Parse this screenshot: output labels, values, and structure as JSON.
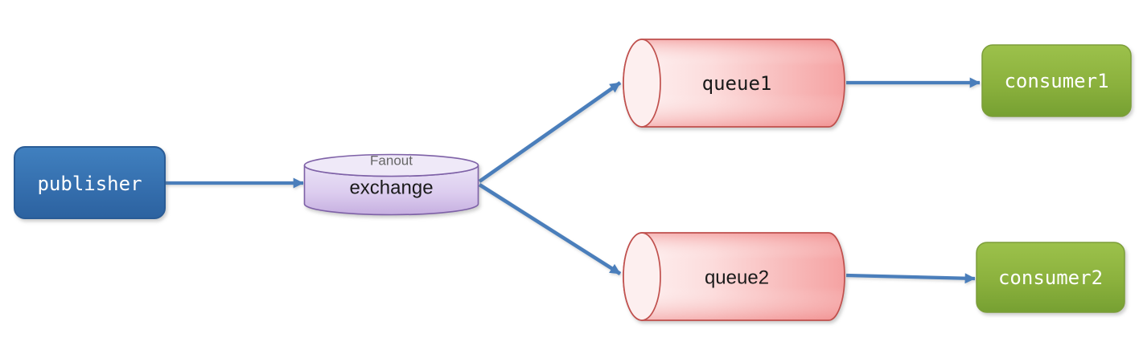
{
  "diagram": {
    "kind": "message-broker-fanout-flow",
    "background": "#ffffff",
    "nodes": {
      "publisher": {
        "label": "publisher",
        "shape": "rounded-rect",
        "fill": "#3572b2",
        "border": "#2a5c96",
        "text_color": "#ffffff"
      },
      "exchange": {
        "label": "exchange",
        "sublabel": "Fanout",
        "shape": "cylinder-vertical",
        "fill": "#d9c9ec",
        "border": "#7e61a7",
        "text_color": "#1a1a1a",
        "sublabel_color": "#666666"
      },
      "queue1": {
        "label": "queue1",
        "shape": "cylinder-horizontal",
        "fill": "#f9bcbc",
        "border": "#c0504d",
        "text_color": "#1a1a1a"
      },
      "queue2": {
        "label": "queue2",
        "shape": "cylinder-horizontal",
        "fill": "#f9bcbc",
        "border": "#c0504d",
        "text_color": "#1a1a1a"
      },
      "consumer1": {
        "label": "consumer1",
        "shape": "rounded-rect",
        "fill": "#8bb13d",
        "border": "#7c9e3a",
        "text_color": "#ffffff"
      },
      "consumer2": {
        "label": "consumer2",
        "shape": "rounded-rect",
        "fill": "#8bb13d",
        "border": "#7c9e3a",
        "text_color": "#ffffff"
      }
    },
    "edges": [
      {
        "from": "publisher",
        "to": "exchange"
      },
      {
        "from": "exchange",
        "to": "queue1"
      },
      {
        "from": "exchange",
        "to": "queue2"
      },
      {
        "from": "queue1",
        "to": "consumer1"
      },
      {
        "from": "queue2",
        "to": "consumer2"
      }
    ],
    "colors": {
      "arrow": "#4a7ebb"
    }
  }
}
